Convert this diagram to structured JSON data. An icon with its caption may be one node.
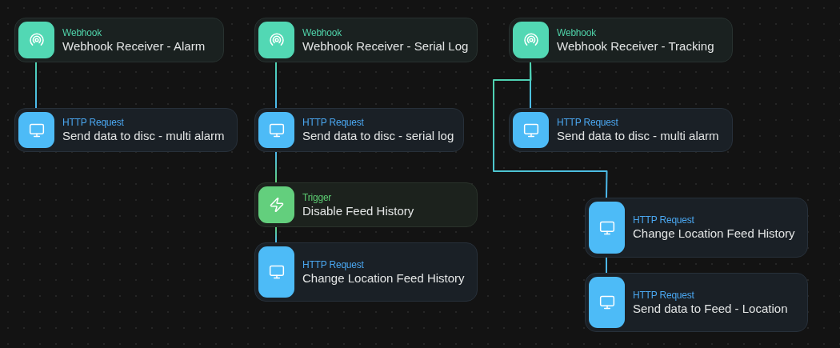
{
  "diagram": {
    "nodes": [
      {
        "text": [
          "Webhook",
          "Webhook Receiver - Alarm"
        ]
      },
      {
        "text": [
          "HTTP Request",
          "Send data to disc - multi alarm"
        ]
      },
      {
        "text": [
          "Webhook",
          "Webhook Receiver - Serial Log"
        ]
      },
      {
        "text": [
          "HTTP Request",
          "Send data to disc - serial log"
        ]
      },
      {
        "text": [
          "Trigger",
          "Disable Feed History"
        ]
      },
      {
        "text": [
          "HTTP Request",
          "Change Location Feed History"
        ]
      },
      {
        "text": [
          "Webhook",
          "Webhook Receiver - Tracking"
        ]
      },
      {
        "text": [
          "HTTP Request",
          "Send data to disc - multi alarm"
        ]
      },
      {
        "text": [
          "HTTP Request",
          "Change Location Feed History"
        ]
      },
      {
        "text": [
          "HTTP Request",
          "Send data to Feed - Location"
        ]
      }
    ],
    "edges": [
      {
        "from": 0,
        "to": 1,
        "arrow": "none"
      },
      {
        "from": 2,
        "to": 3,
        "arrow": "none"
      },
      {
        "from": 3,
        "to": 4,
        "arrow": "none"
      },
      {
        "from": 4,
        "to": 5,
        "arrow": "none"
      },
      {
        "from": 6,
        "to": 7,
        "arrow": "none"
      },
      {
        "from": 6,
        "to": 8,
        "arrow": "none"
      },
      {
        "from": 8,
        "to": 9,
        "arrow": "none"
      }
    ]
  }
}
